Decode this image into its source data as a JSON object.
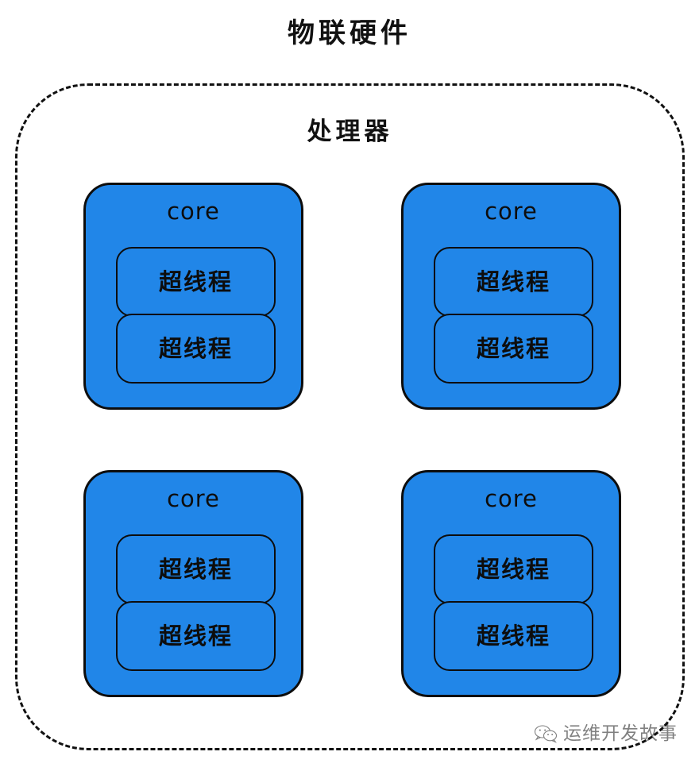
{
  "diagram": {
    "title": "物联硬件",
    "processor_label": "处理器",
    "boundary_style": "dashed",
    "colors": {
      "core_fill": "#2186e8",
      "stroke": "#0d0d0d",
      "background": "#ffffff",
      "text": "#111111"
    },
    "cores": [
      {
        "label": "core",
        "threads": [
          {
            "label": "超线程"
          },
          {
            "label": "超线程"
          }
        ]
      },
      {
        "label": "core",
        "threads": [
          {
            "label": "超线程"
          },
          {
            "label": "超线程"
          }
        ]
      },
      {
        "label": "core",
        "threads": [
          {
            "label": "超线程"
          },
          {
            "label": "超线程"
          }
        ]
      },
      {
        "label": "core",
        "threads": [
          {
            "label": "超线程"
          },
          {
            "label": "超线程"
          }
        ]
      }
    ]
  },
  "watermark": {
    "icon": "wechat-icon",
    "text": "运维开发故事"
  }
}
